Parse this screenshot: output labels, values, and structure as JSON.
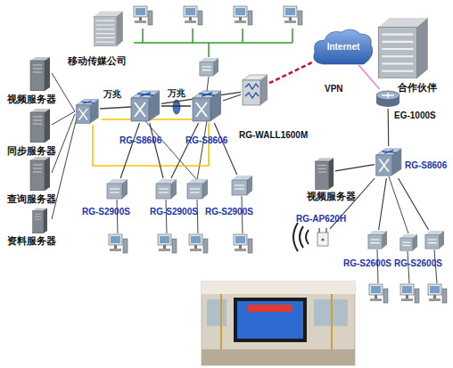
{
  "diagram": {
    "nodes": [
      {
        "text": [
          "移动传媒公司"
        ]
      },
      {
        "text": [
          "Internet"
        ]
      },
      {
        "text": [
          "合作伙伴"
        ]
      },
      {
        "text": [
          "视频服务器"
        ]
      },
      {
        "text": [
          "RG-S8606"
        ]
      },
      {
        "text": [
          "RG-S8606"
        ]
      },
      {
        "text": [
          "RG-WALL1600M"
        ]
      },
      {
        "text": [
          "EG-1000S"
        ]
      },
      {
        "text": [
          "同步服务器"
        ]
      },
      {
        "text": [
          "查询服务器"
        ]
      },
      {
        "text": [
          "RG-S8606"
        ]
      },
      {
        "text": [
          "视频服务器"
        ]
      },
      {
        "text": [
          "资料服务器"
        ]
      },
      {
        "text": [
          "RG-S2900S"
        ]
      },
      {
        "text": [
          "RG-S2900S"
        ]
      },
      {
        "text": [
          "RG-S2900S"
        ]
      },
      {
        "text": [
          "RG-AP620H"
        ]
      },
      {
        "text": [
          "RG-S2600S"
        ]
      },
      {
        "text": [
          "RG-S2600S"
        ]
      }
    ],
    "edges": [
      {
        "from": 4,
        "to": 5,
        "label": "万兆",
        "arrow": "none"
      },
      {
        "from": 4,
        "to": 6,
        "arrow": "none"
      },
      {
        "from": 5,
        "to": 6,
        "arrow": "none"
      },
      {
        "from": 6,
        "to": 1,
        "arrow": "none"
      },
      {
        "from": 1,
        "to": 7,
        "arrow": "none"
      },
      {
        "from": 7,
        "to": 10,
        "arrow": "none"
      },
      {
        "from": 10,
        "to": 11,
        "arrow": "none"
      },
      {
        "from": 10,
        "to": 16,
        "arrow": "none"
      },
      {
        "from": 10,
        "to": 17,
        "arrow": "none"
      },
      {
        "from": 10,
        "to": 18,
        "arrow": "none"
      },
      {
        "from": 4,
        "to": 13,
        "arrow": "none"
      },
      {
        "from": 4,
        "to": 14,
        "arrow": "none"
      },
      {
        "from": 5,
        "to": 14,
        "arrow": "none"
      },
      {
        "from": 5,
        "to": 15,
        "arrow": "none"
      }
    ],
    "labels": [
      "万兆",
      "VPN"
    ]
  }
}
